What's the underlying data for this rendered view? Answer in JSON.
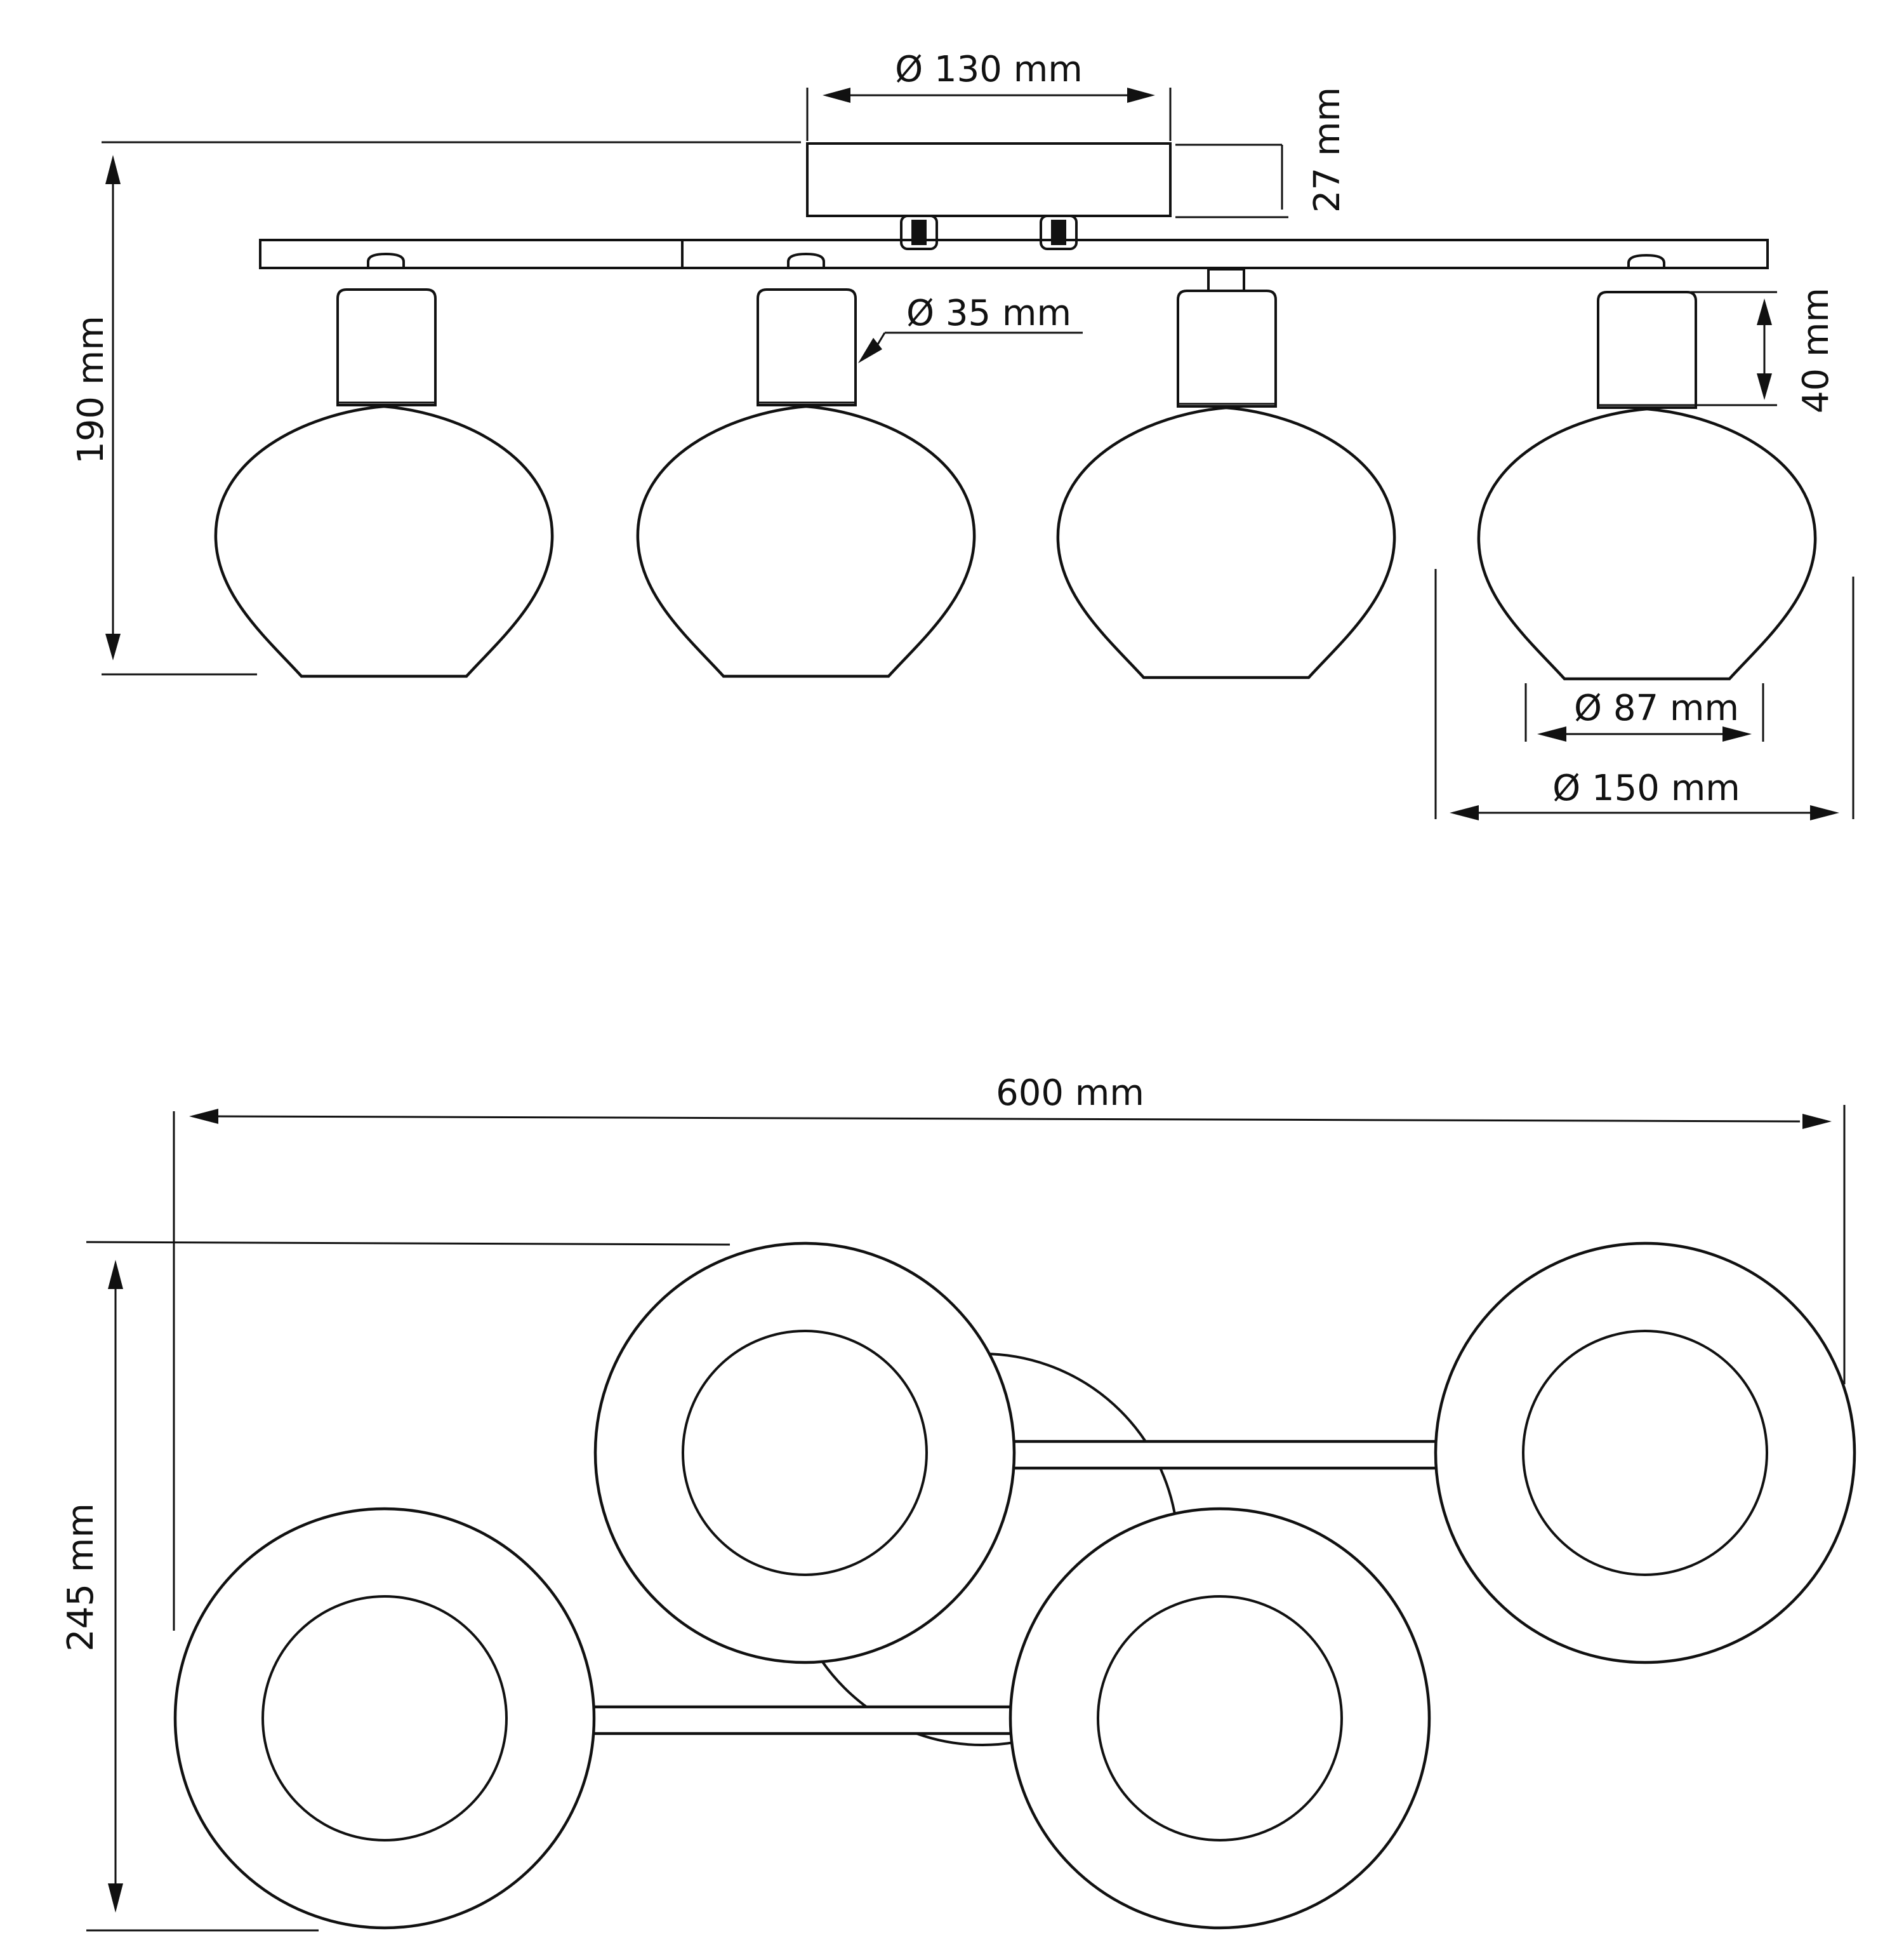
{
  "dimensions": {
    "canopy_diameter": "Ø 130 mm",
    "canopy_height": "27 mm",
    "total_height": "190 mm",
    "socket_diameter": "Ø 35 mm",
    "socket_height": "40 mm",
    "shade_opening_diameter": "Ø 87 mm",
    "shade_diameter": "Ø 150 mm",
    "total_length": "600 mm",
    "total_depth": "245 mm"
  },
  "colors": {
    "line": "#111111",
    "background": "#ffffff"
  }
}
